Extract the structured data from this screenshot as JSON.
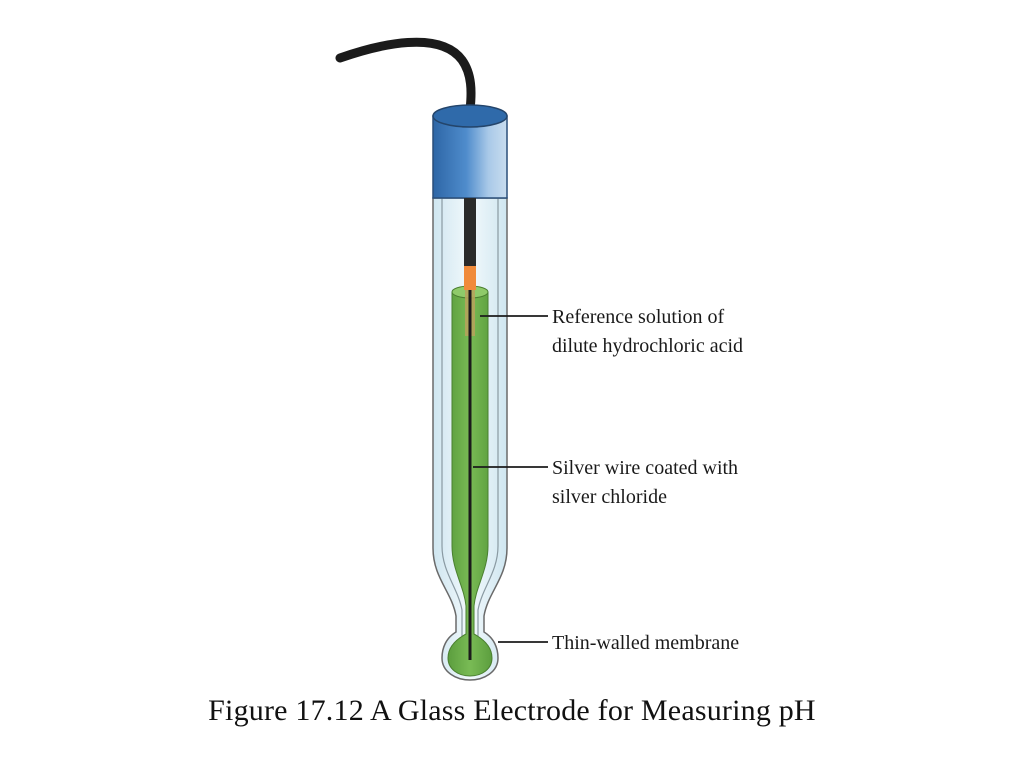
{
  "figure": {
    "caption": "Figure 17.12 A Glass Electrode for Measuring pH"
  },
  "labels": {
    "reference_line1": "Reference solution of",
    "reference_line2": "dilute hydrochloric acid",
    "wire_line1": "Silver wire coated with",
    "wire_line2": "silver chloride",
    "membrane": "Thin-walled membrane"
  },
  "colors": {
    "cap_blue": "#3a78b8",
    "solution_green": "#6aad4a",
    "wire_tip_orange": "#f08a3a",
    "glass_outline": "#555555"
  }
}
